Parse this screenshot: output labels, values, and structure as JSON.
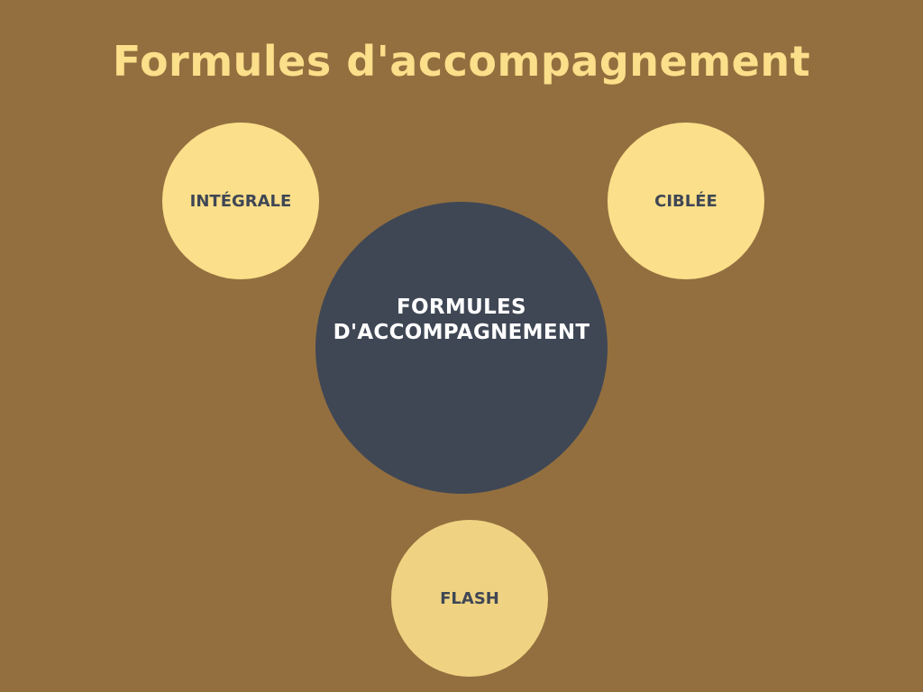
{
  "title": "Formules d'accompagnement",
  "center": {
    "line1": "FORMULES",
    "line2": "D'ACCOMPAGNEMENT"
  },
  "nodes": [
    {
      "label": "INTÉGRALE"
    },
    {
      "label": "CIBLÉE"
    },
    {
      "label": "FLASH"
    }
  ],
  "colors": {
    "background": "#936F3F",
    "title": "#FBDF8A",
    "node": "#FBDF8A",
    "node_flash": "#EFD382",
    "center": "#3F4755",
    "node_text": "#3F4755",
    "center_text": "#FFFFFF"
  }
}
